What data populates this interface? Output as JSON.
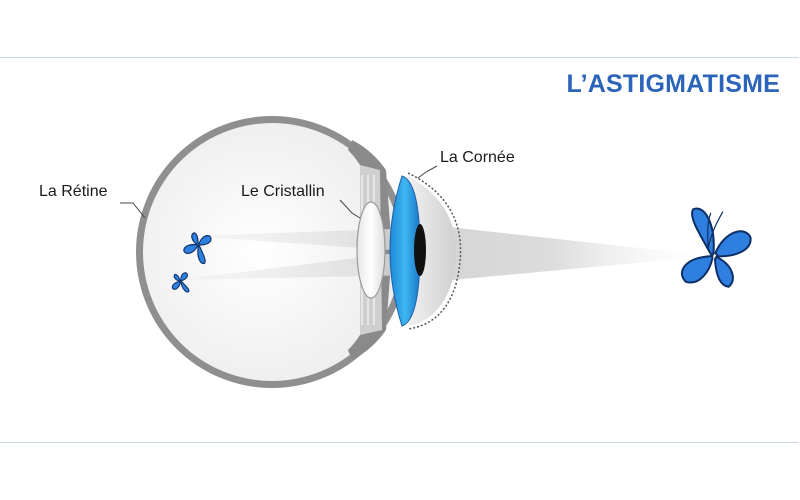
{
  "title": "L’ASTIGMATISME",
  "labels": {
    "retina": "La Rétine",
    "lens": "Le Cristallin",
    "cornea": "La Cornée"
  },
  "colors": {
    "title": "#2b64b8",
    "butterfly_fill": "#2f7fe0",
    "cornea_blue": "#2b9ee6",
    "eye_outline": "#9a9a9a",
    "eye_interior": "#f2f2f2",
    "border": "#c9d6e8"
  },
  "icons": [
    "butterfly-icon"
  ]
}
